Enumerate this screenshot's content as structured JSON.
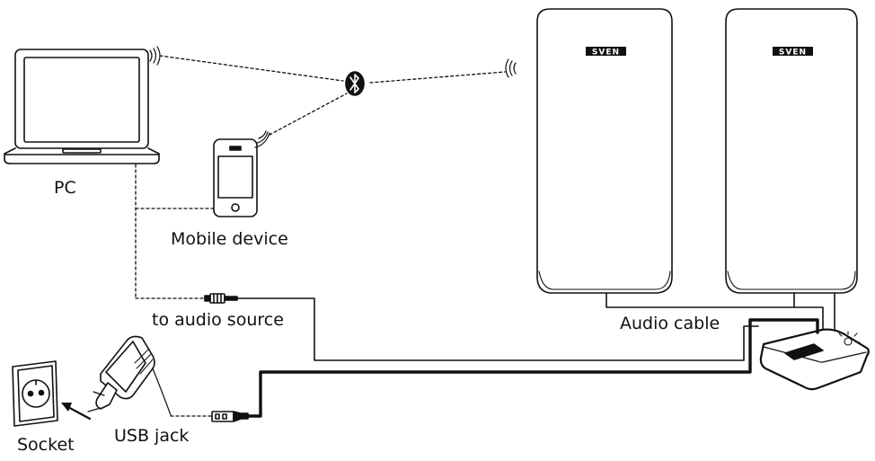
{
  "labels": {
    "pc": "PC",
    "mobile": "Mobile device",
    "audio_source": "to audio source",
    "audio_cable": "Audio cable",
    "usb_jack": "USB jack",
    "socket": "Socket"
  },
  "brand": {
    "speaker_logo": "SVEN"
  },
  "icons": [
    "laptop-icon",
    "smartphone-icon",
    "bluetooth-icon",
    "speaker-icon",
    "receiver-icon",
    "power-adapter-icon",
    "wall-socket-icon",
    "usb-plug-icon",
    "audio-jack-icon",
    "wireless-signal-icon"
  ],
  "colors": {
    "stroke": "#111111",
    "background": "#ffffff"
  }
}
